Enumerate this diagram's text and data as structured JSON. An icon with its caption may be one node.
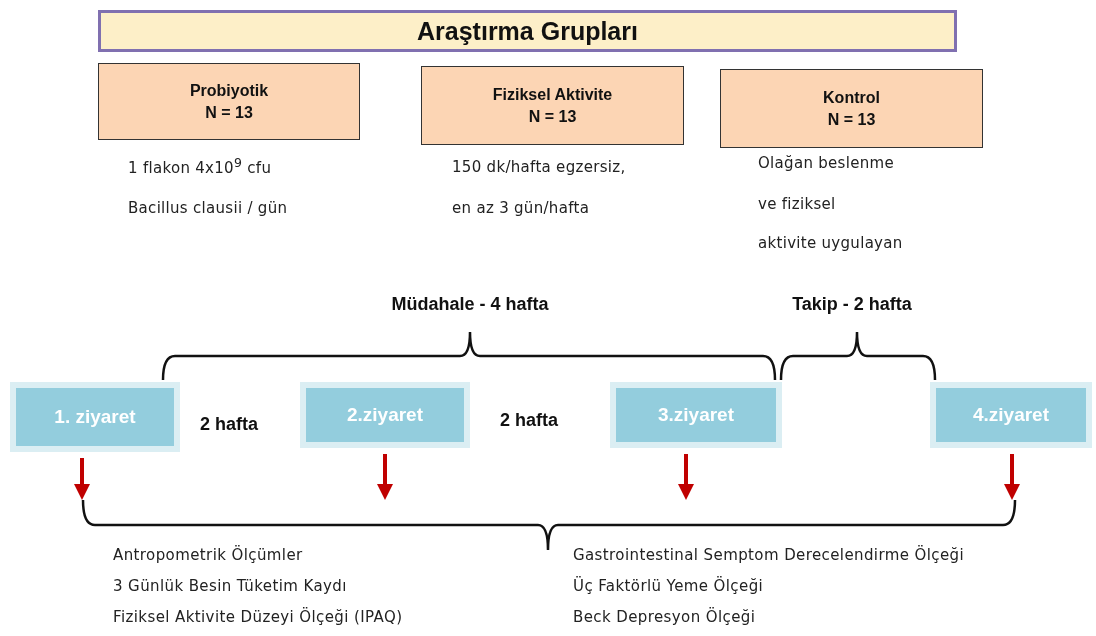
{
  "diagram": {
    "nodes": [
      {
        "text": [
          "Araştırma Grupları"
        ]
      },
      {
        "text": [
          "Probiyotik",
          "N = 13"
        ],
        "beside": [
          "1 flakon 4x10$^{9}$ cfu",
          "Bacillus clausii / gün"
        ]
      },
      {
        "text": [
          "Fiziksel Aktivite",
          "N = 13"
        ],
        "beside": [
          "150 dk/hafta egzersiz,",
          "en az 3 gün/hafta"
        ]
      },
      {
        "text": [
          "Kontrol",
          "N = 13"
        ],
        "beside": [
          "Olağan beslenme",
          "ve fiziksel",
          "aktivite uygulayan"
        ]
      },
      {
        "text": [
          "1. ziyaret"
        ]
      },
      {
        "text": [
          "2.ziyaret"
        ]
      },
      {
        "text": [
          "3.ziyaret"
        ]
      },
      {
        "text": [
          "4.ziyaret"
        ]
      },
      {
        "text": [],
        "shape": "bracket"
      }
    ],
    "edges": [
      {
        "from": 4,
        "to": 8,
        "arrow": "to",
        "color": "#c00000"
      },
      {
        "from": 5,
        "to": 8,
        "arrow": "to",
        "color": "#c00000"
      },
      {
        "from": 6,
        "to": 8,
        "arrow": "to",
        "color": "#c00000"
      },
      {
        "from": 7,
        "to": 8,
        "arrow": "to",
        "color": "#c00000"
      }
    ],
    "labels": [
      "Müdahale - 4 hafta",
      "Takip - 2 hafta",
      "2 hafta",
      "2 hafta",
      "Antropometrik Ölçümler",
      "3 Günlük Besin Tüketim Kaydı",
      "Fiziksel Aktivite Düzeyi Ölçeği (IPAQ)",
      "Gastrointestinal Semptom Derecelendirme Ölçeği",
      "Üç Faktörlü Yeme Ölçeği",
      "Beck Depresyon Ölçeği"
    ]
  }
}
